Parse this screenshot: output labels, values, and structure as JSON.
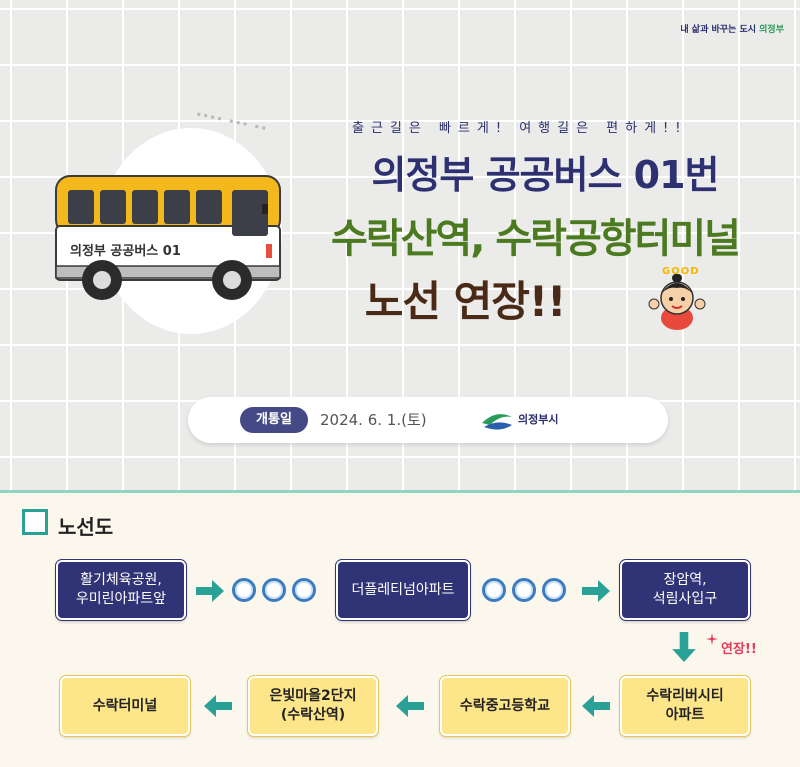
{
  "poster": {
    "corner_logo": {
      "prefix": "내 삶과 바꾸는 도시",
      "brand": "의정부"
    },
    "tagline": "출근길은 빠르게! 여행길은 편하게!!",
    "headline_line1": "의정부 공공버스 01번",
    "headline_line2": "수락산역, 수락공항터미널",
    "headline_line3": "노선 연장!!",
    "bus_label": "의정부 공공버스 01",
    "mascot_text": "GOOD",
    "open_badge": "개통일",
    "open_date": "2024. 6. 1.(토)",
    "city_logo_text": "의정부시"
  },
  "route_map": {
    "title": "노선도",
    "extend_label": "연장!!",
    "stops": {
      "s1": "활기체육공원,\n우미린아파트앞",
      "s2": "더플레티넘아파트",
      "s3": "장암역,\n석림사입구",
      "s4": "수락리버시티\n아파트",
      "s5": "수락중고등학교",
      "s6": "은빛마을2단지\n(수락산역)",
      "s7": "수락터미널"
    }
  },
  "colors": {
    "navy": "#303477",
    "green_text": "#4b7a20",
    "brown_text": "#4a2a17",
    "teal_arrow": "#2aa196",
    "yellow_box": "#fde68a",
    "extend_red": "#e23a5b"
  }
}
